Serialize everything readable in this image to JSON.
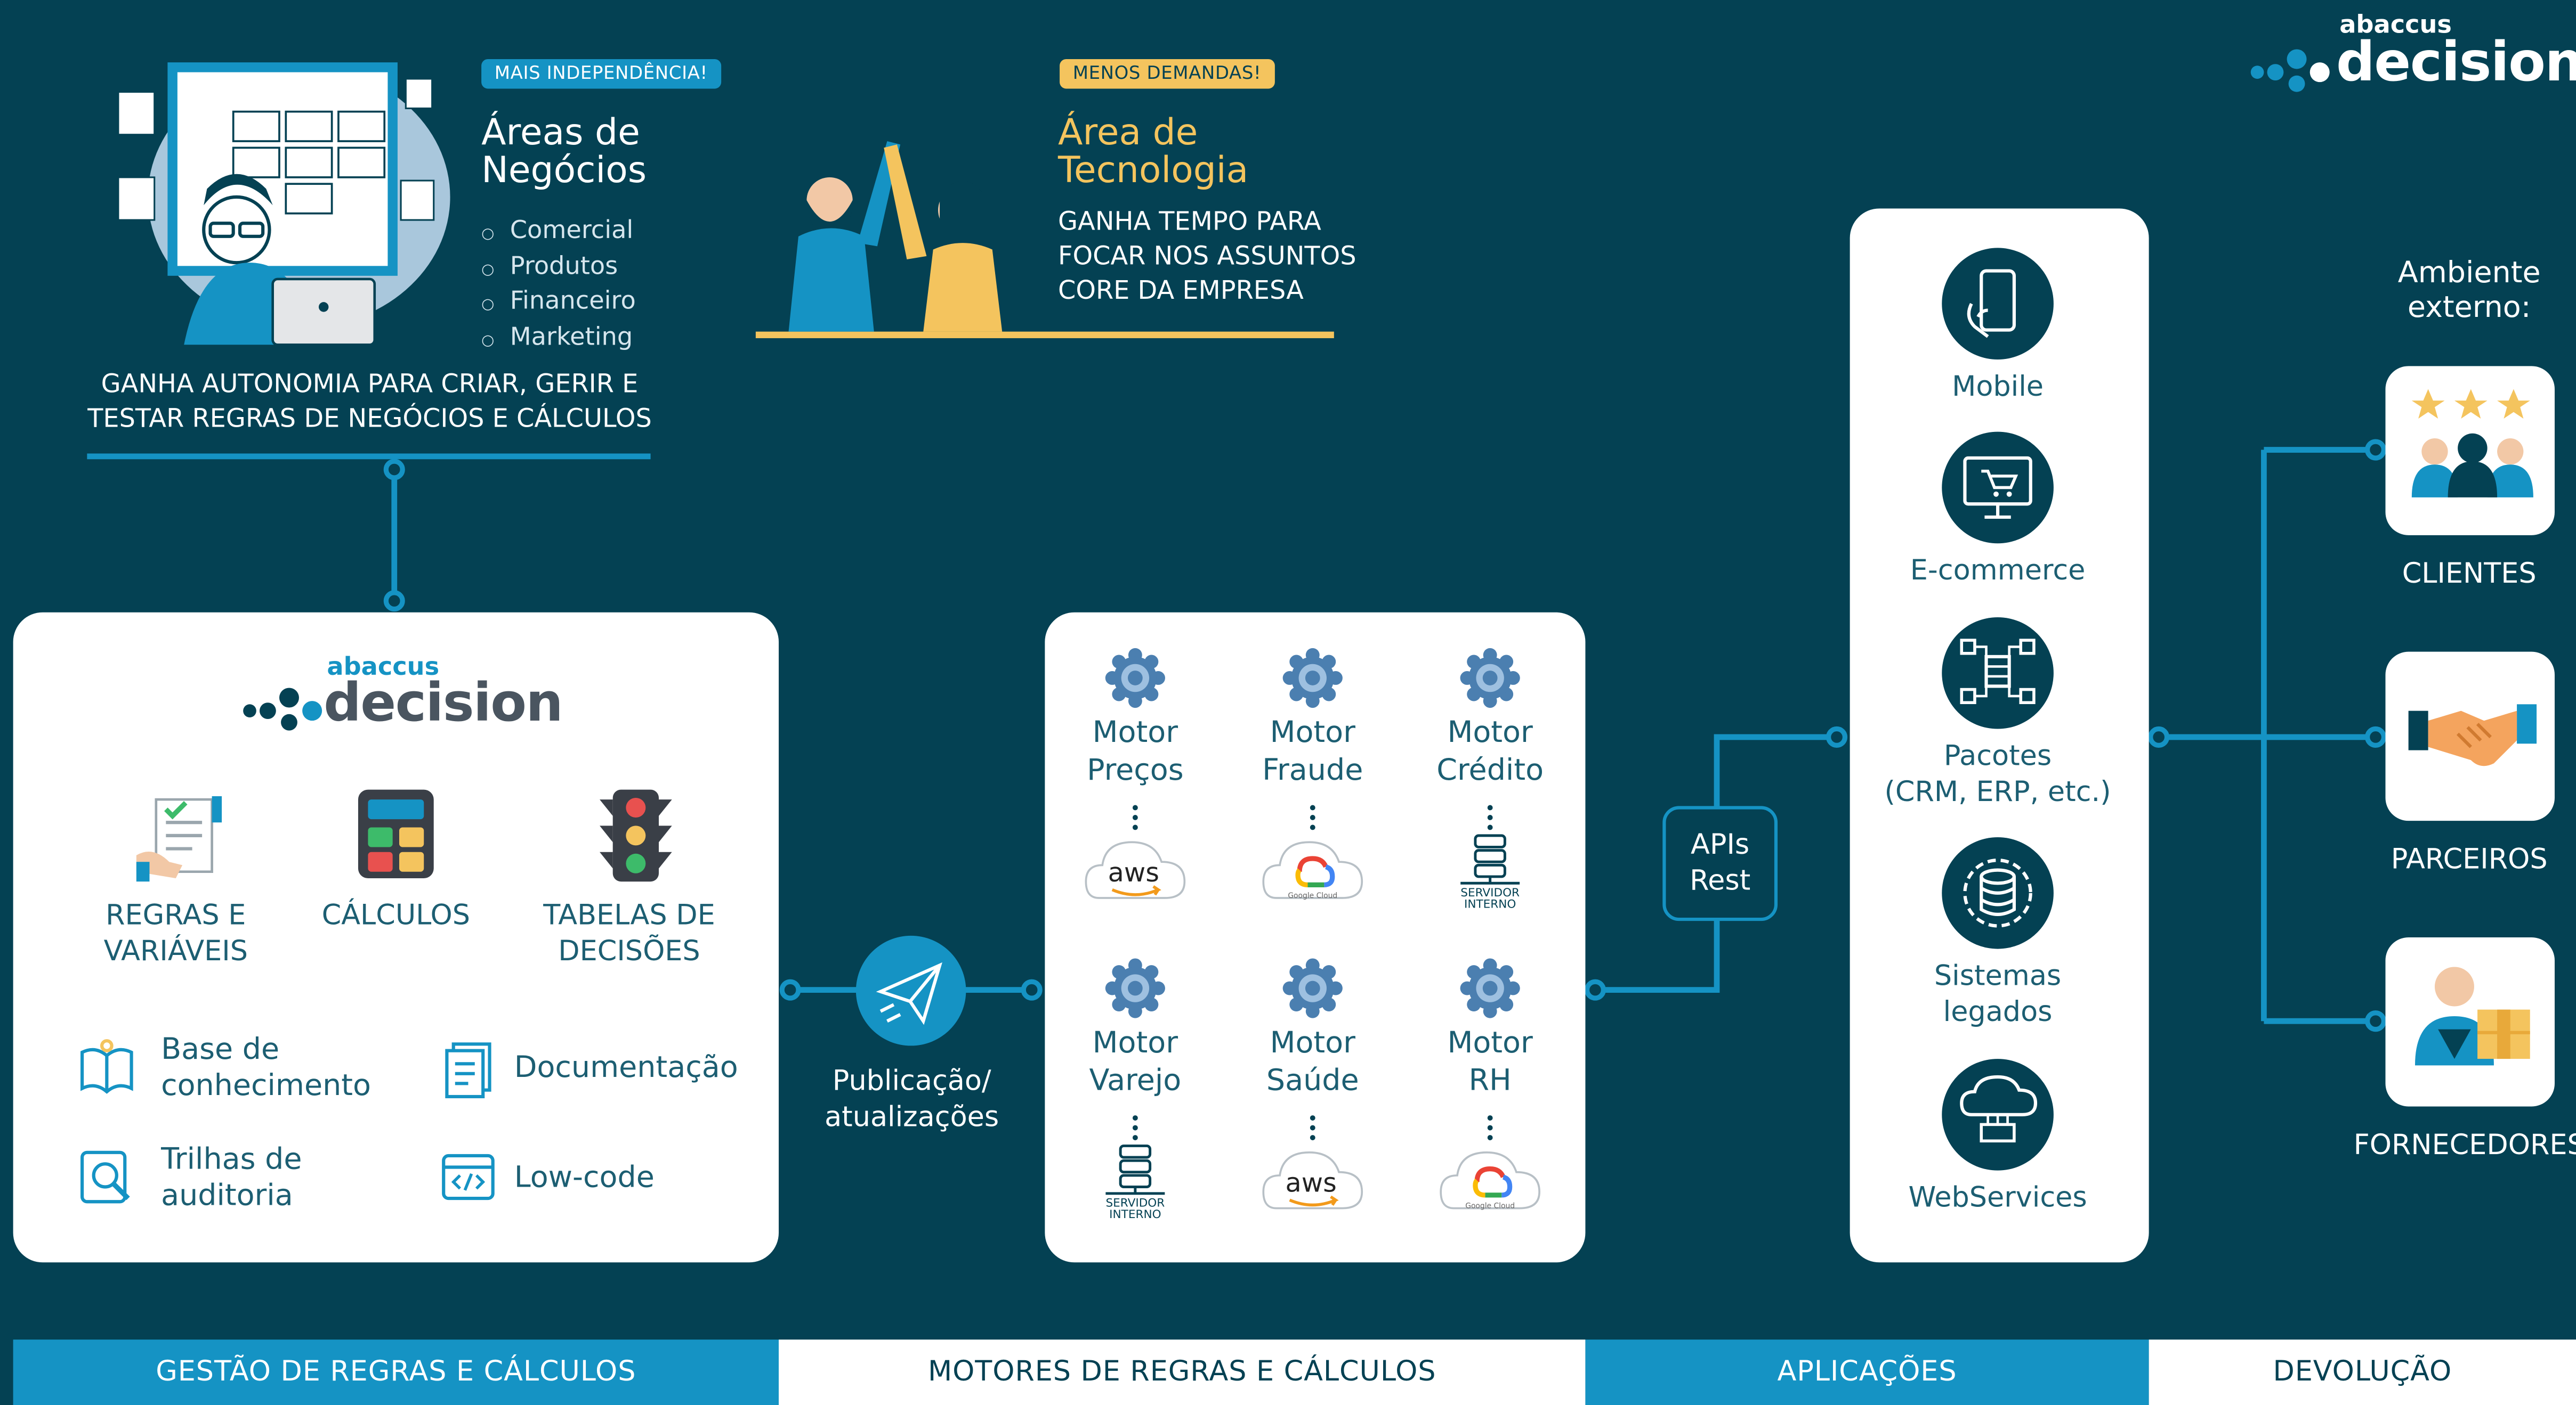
{
  "brand": {
    "small": "abaccus",
    "big": "decision"
  },
  "business": {
    "tag": "MAIS INDEPENDÊNCIA!",
    "title": [
      "Áreas de",
      "Negócios"
    ],
    "items": [
      "Comercial",
      "Produtos",
      "Financeiro",
      "Marketing"
    ],
    "description": [
      "GANHA AUTONOMIA PARA CRIAR, GERIR E",
      "TESTAR REGRAS DE NEGÓCIOS E CÁLCULOS"
    ]
  },
  "technology": {
    "tag": "MENOS DEMANDAS!",
    "title": [
      "Área de",
      "Tecnologia"
    ],
    "description": [
      "GANHA TEMPO PARA",
      "FOCAR NOS ASSUNTOS",
      "CORE DA EMPRESA"
    ]
  },
  "management": {
    "features": [
      {
        "label": [
          "REGRAS E",
          "VARIÁVEIS"
        ],
        "icon": "rules-document-icon"
      },
      {
        "label": [
          "CÁLCULOS"
        ],
        "icon": "calculator-icon"
      },
      {
        "label": [
          "TABELAS DE",
          "DECISÕES"
        ],
        "icon": "traffic-light-icon"
      }
    ],
    "extras": [
      {
        "label": [
          "Base de",
          "conhecimento"
        ],
        "icon": "knowledge-book-icon"
      },
      {
        "label": [
          "Documentação"
        ],
        "icon": "documentation-icon"
      },
      {
        "label": [
          "Trilhas de",
          "auditoria"
        ],
        "icon": "audit-trail-icon"
      },
      {
        "label": [
          "Low-code"
        ],
        "icon": "code-window-icon"
      }
    ]
  },
  "publish": {
    "label": [
      "Publicação/",
      "atualizações"
    ],
    "icon": "paper-plane-icon"
  },
  "engines": [
    {
      "label": [
        "Motor",
        "Preços"
      ],
      "host": "aws"
    },
    {
      "label": [
        "Motor",
        "Fraude"
      ],
      "host": "google-cloud"
    },
    {
      "label": [
        "Motor",
        "Crédito"
      ],
      "host": "server"
    },
    {
      "label": [
        "Motor",
        "Varejo"
      ],
      "host": "server"
    },
    {
      "label": [
        "Motor",
        "Saúde"
      ],
      "host": "aws"
    },
    {
      "label": [
        "Motor",
        "RH"
      ],
      "host": "google-cloud"
    }
  ],
  "host_text": {
    "aws": "aws",
    "gcloud": "Google Cloud",
    "server": [
      "SERVIDOR",
      "INTERNO"
    ]
  },
  "apis": {
    "label": [
      "APIs",
      "Rest"
    ]
  },
  "applications": [
    {
      "label": [
        "Mobile"
      ],
      "icon": "smartphone-icon"
    },
    {
      "label": [
        "E-commerce"
      ],
      "icon": "shopping-cart-icon"
    },
    {
      "label": [
        "Pacotes",
        "(CRM, ERP, etc.)"
      ],
      "icon": "package-network-icon"
    },
    {
      "label": [
        "Sistemas",
        "legados"
      ],
      "icon": "database-gear-icon"
    },
    {
      "label": [
        "WebServices"
      ],
      "icon": "cloud-service-icon"
    }
  ],
  "external": {
    "title": [
      "Ambiente",
      "externo:"
    ],
    "targets": [
      {
        "label": "CLIENTES",
        "icon": "customers-stars-icon"
      },
      {
        "label": "PARCEIROS",
        "icon": "handshake-icon"
      },
      {
        "label": "FORNECEDORES",
        "icon": "supplier-icon"
      }
    ]
  },
  "footer": [
    "GESTÃO DE REGRAS E CÁLCULOS",
    "MOTORES DE REGRAS E CÁLCULOS",
    "APLICAÇÕES",
    "DEVOLUÇÃO"
  ],
  "colors": {
    "background": "#044153",
    "accent_blue": "#1593c4",
    "accent_yellow": "#f4c45e",
    "text_dark": "#1c5e72"
  }
}
